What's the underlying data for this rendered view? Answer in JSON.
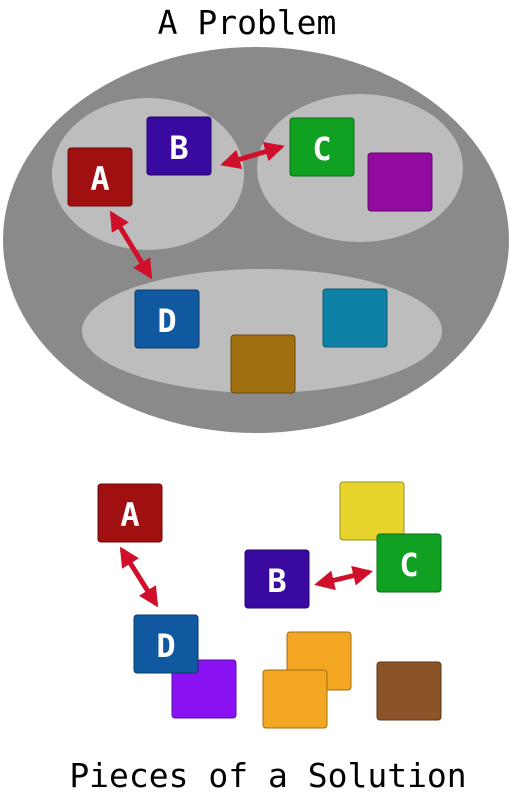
{
  "titles": {
    "top": "A Problem",
    "bottom": "Pieces of a Solution"
  },
  "problem": {
    "boxes": [
      {
        "label": "A",
        "color": "#a01010"
      },
      {
        "label": "B",
        "color": "#3a0aa0"
      },
      {
        "label": "C",
        "color": "#10a022"
      },
      {
        "label": "",
        "color": "#920aa0"
      },
      {
        "label": "D",
        "color": "#1058a0"
      },
      {
        "label": "",
        "color": "#0e82a6"
      },
      {
        "label": "",
        "color": "#a07010"
      }
    ]
  },
  "solution": {
    "boxes": [
      {
        "label": "A",
        "color": "#a01010"
      },
      {
        "label": "",
        "color": "#e6d42c"
      },
      {
        "label": "C",
        "color": "#10a022"
      },
      {
        "label": "B",
        "color": "#3a0aa0"
      },
      {
        "label": "",
        "color": "#8a12f2"
      },
      {
        "label": "D",
        "color": "#1058a0"
      },
      {
        "label": "",
        "color": "#f2a622"
      },
      {
        "label": "",
        "color": "#f2a622"
      },
      {
        "label": "",
        "color": "#8a5428"
      }
    ]
  },
  "colors": {
    "outer_ellipse": "#8a8a8a",
    "inner_ellipse": "#bdbdbd",
    "arrow": "#d0102a"
  }
}
